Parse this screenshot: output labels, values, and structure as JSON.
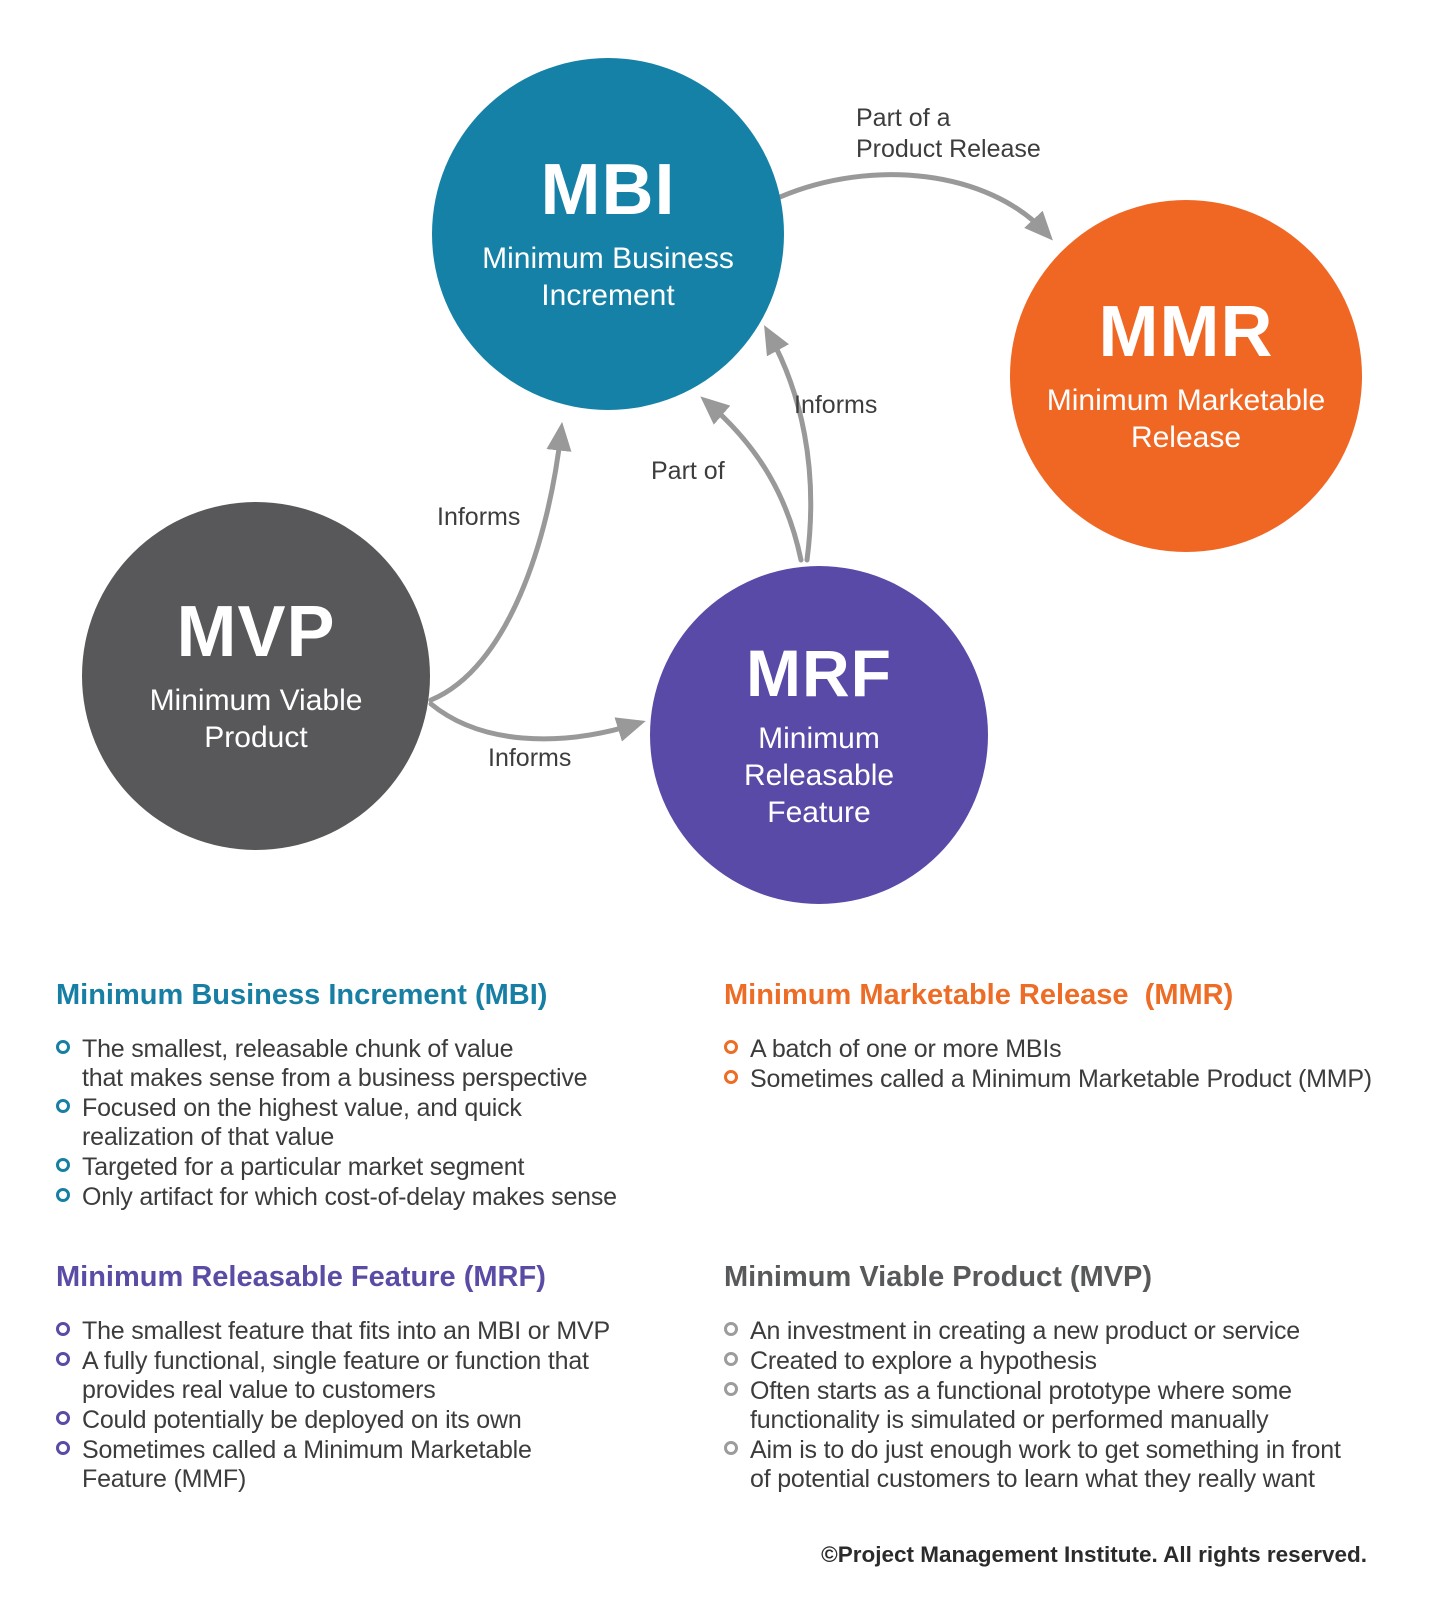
{
  "diagram": {
    "arrow_color": "#999999",
    "circles": {
      "mbi": {
        "acronym": "MBI",
        "label": "Minimum Business\nIncrement",
        "color": "#1681A6"
      },
      "mmr": {
        "acronym": "MMR",
        "label": "Minimum Marketable\nRelease",
        "color": "#F06724"
      },
      "mvp": {
        "acronym": "MVP",
        "label": "Minimum Viable\nProduct",
        "color": "#58585A"
      },
      "mrf": {
        "acronym": "MRF",
        "label": "Minimum\nReleasable\nFeature",
        "color": "#5A4AA8"
      }
    },
    "arrow_labels": {
      "mbi_to_mmr": "Part of a\nProduct Release",
      "mvp_to_mbi": "Informs",
      "mvp_to_mrf": "Informs",
      "mrf_to_mbi_part_of": "Part of",
      "mrf_to_mbi_informs": "Informs"
    }
  },
  "sections": [
    {
      "id": "mbi",
      "title": "Minimum Business Increment (MBI)",
      "color": "#177FA3",
      "ring": "#177FA3",
      "bullets": [
        "The smallest, releasable chunk of value\nthat makes sense from a business perspective",
        "Focused on the highest value, and quick\nrealization of that value",
        "Targeted for a particular market segment",
        "Only artifact for which cost-of-delay makes sense"
      ]
    },
    {
      "id": "mmr",
      "title": "Minimum Marketable Release  (MMR)",
      "color": "#ED6C26",
      "ring": "#ED6C26",
      "bullets": [
        "A batch of one or more MBIs",
        "Sometimes called a Minimum Marketable Product (MMP)"
      ]
    },
    {
      "id": "mrf",
      "title": "Minimum Releasable Feature (MRF)",
      "color": "#5A4BA5",
      "ring": "#5A4BA5",
      "bullets": [
        "The smallest feature that fits into an MBI or MVP",
        "A fully functional, single feature or function that\nprovides real value to customers",
        "Could potentially be deployed on its own",
        "Sometimes called a Minimum Marketable\nFeature (MMF)"
      ]
    },
    {
      "id": "mvp",
      "title": "Minimum Viable Product (MVP)",
      "color": "#58595B",
      "ring": "#9C9C9C",
      "bullets": [
        "An investment in creating a new product or service",
        "Created to explore a hypothesis",
        "Often starts as a functional prototype where some\nfunctionality is simulated or performed manually",
        "Aim is to do just enough work to get something in front\nof potential customers to learn what they really want"
      ]
    }
  ],
  "footer": "©Project Management Institute. All rights reserved."
}
